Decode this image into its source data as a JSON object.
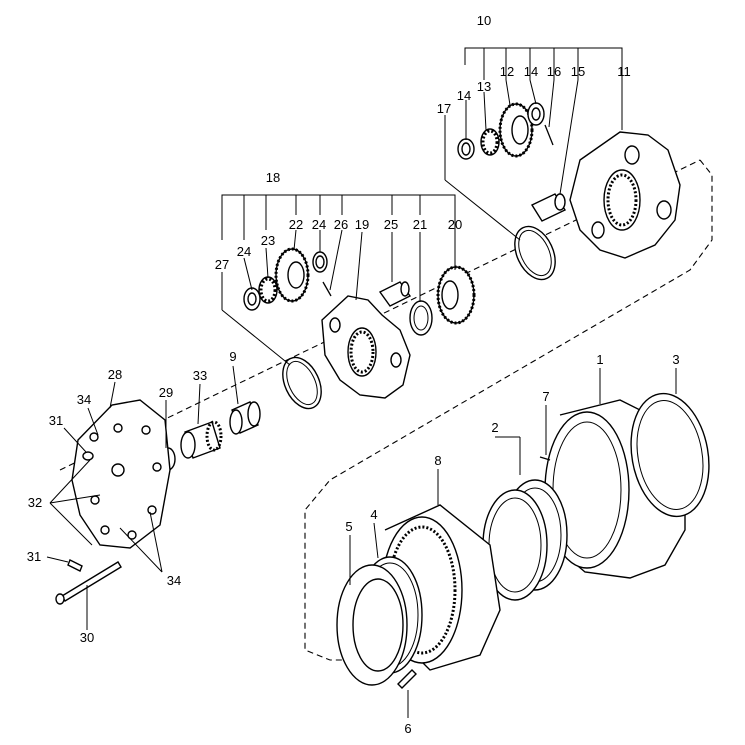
{
  "labels": {
    "l1": "1",
    "l2": "2",
    "l3": "3",
    "l4": "4",
    "l5": "5",
    "l6": "6",
    "l7": "7",
    "l8": "8",
    "l9": "9",
    "l10": "10",
    "l11": "11",
    "l12": "12",
    "l13": "13",
    "l14a": "14",
    "l14b": "14",
    "l15": "15",
    "l16": "16",
    "l17": "17",
    "l18": "18",
    "l19": "19",
    "l20": "20",
    "l21": "21",
    "l22": "22",
    "l23": "23",
    "l24a": "24",
    "l24b": "24",
    "l25": "25",
    "l26": "26",
    "l27": "27",
    "l28": "28",
    "l29": "29",
    "l30": "30",
    "l31a": "31",
    "l31b": "31",
    "l32": "32",
    "l33": "33",
    "l34a": "34",
    "l34b": "34"
  }
}
